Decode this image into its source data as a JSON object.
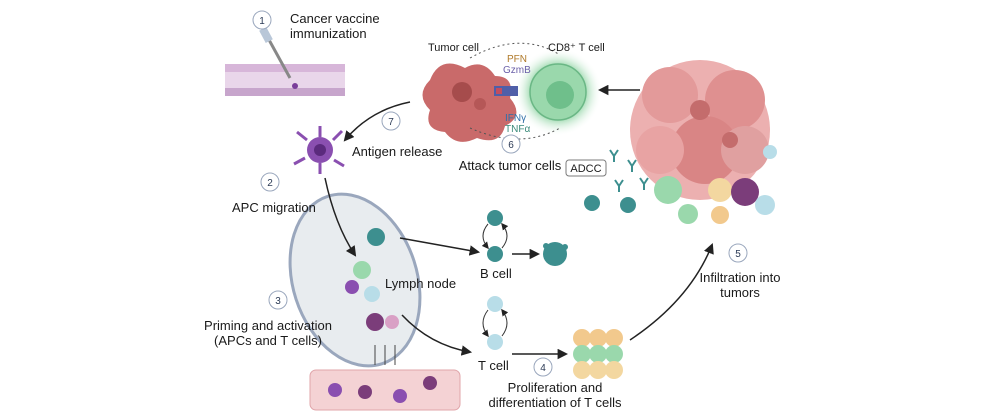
{
  "steps": [
    {
      "num": "1",
      "label_lines": [
        "Cancer vaccine",
        "immunization"
      ]
    },
    {
      "num": "2",
      "label_lines": [
        "APC migration"
      ]
    },
    {
      "num": "3",
      "label_lines": [
        "Priming and activation",
        "(APCs and T cells)"
      ]
    },
    {
      "num": "4",
      "label_lines": [
        "Proliferation and",
        "differentiation of T cells"
      ]
    },
    {
      "num": "5",
      "label_lines": [
        "Infiltration into",
        "tumors"
      ]
    },
    {
      "num": "6",
      "label_lines": [
        "Attack tumor cells"
      ]
    },
    {
      "num": "7",
      "label_lines": [
        "Antigen release"
      ]
    }
  ],
  "labels": {
    "tumor_cell": "Tumor cell",
    "cd8_t_cell": "CD8⁺ T cell",
    "pfn": "PFN",
    "gzmb": "GzmB",
    "ifng": "IFNγ",
    "tnfa": "TNFα",
    "adcc": "ADCC",
    "lymph_node": "Lymph node",
    "b_cell": "B cell",
    "t_cell": "T cell"
  },
  "colors": {
    "tumor": "#c96a6a",
    "tcell_green": "#7fc79a",
    "apc_purple": "#8a4fb0",
    "bcell_teal": "#3d8f8f",
    "step_border": "#9aa7bd"
  }
}
